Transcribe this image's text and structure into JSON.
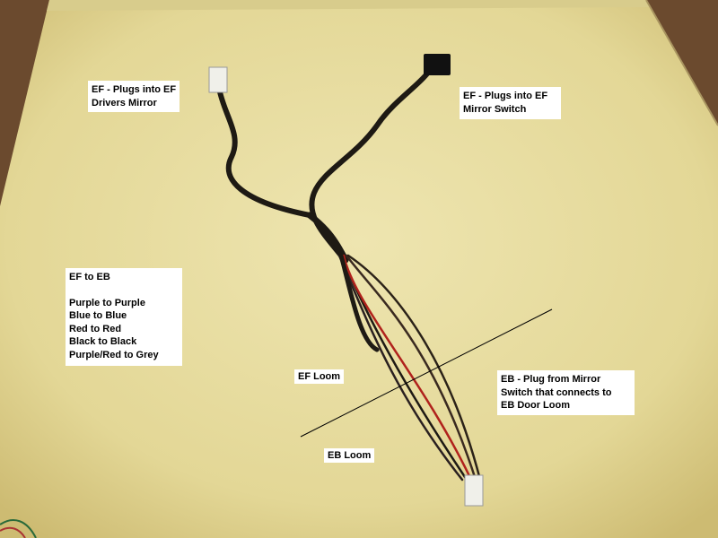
{
  "labels": {
    "ef_drivers_mirror": "EF - Plugs into EF\nDrivers Mirror",
    "ef_mirror_switch": "EF - Plugs into EF\nMirror Switch",
    "ef_to_eb_title": "EF to EB",
    "ef_to_eb_lines": [
      "Purple to Purple",
      "Blue to Blue",
      "Red to Red",
      "Black to Black",
      "Purple/Red to Grey"
    ],
    "ef_loom": "EF Loom",
    "eb_loom": "EB Loom",
    "eb_plug": "EB  - Plug from Mirror\nSwitch that connects to\nEB Door Loom"
  },
  "colors": {
    "board": "#e6dca0",
    "floor": "#6b4a2e",
    "wire_black": "#1e1a14",
    "wire_red": "#b0221c"
  }
}
